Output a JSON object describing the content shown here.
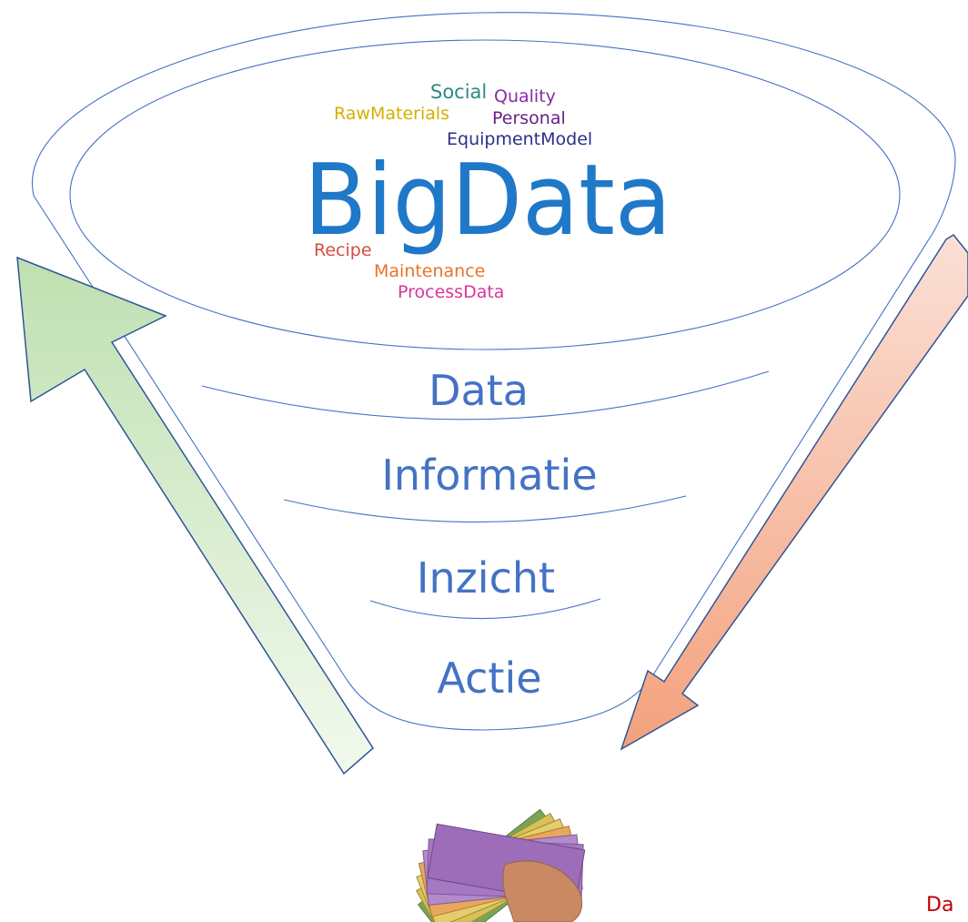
{
  "colors": {
    "funnel_stroke": "#4472c4",
    "level_text": "#4472c4",
    "bigdata_text": "#1f78c8",
    "arrow_up_fill_top": "#bfe0b1",
    "arrow_up_fill_bottom": "#f2f9ee",
    "arrow_down_fill_top": "#fbe0d6",
    "arrow_down_fill_bottom": "#f4a17d",
    "arrow_stroke": "#2f5597",
    "cut_text": "#c00000"
  },
  "word_cloud": {
    "main": "BigData",
    "words": [
      {
        "text": "Social",
        "color": "#2a8a82"
      },
      {
        "text": "Quality",
        "color": "#8a2da0"
      },
      {
        "text": "RawMaterials",
        "color": "#d4b000"
      },
      {
        "text": "Personal",
        "color": "#6a1f86"
      },
      {
        "text": "EquipmentModel",
        "color": "#2d2f8a"
      },
      {
        "text": "Recipe",
        "color": "#d94b45"
      },
      {
        "text": "Maintenance",
        "color": "#e8742a"
      },
      {
        "text": "ProcessData",
        "color": "#d8379b"
      }
    ]
  },
  "funnel_levels": [
    "Data",
    "Informatie",
    "Inzicht",
    "Actie"
  ],
  "money_image": {
    "icon": "euro-banknotes-fan-icon"
  },
  "arrows": [
    {
      "direction": "up",
      "icon": "arrow-up-left-icon"
    },
    {
      "direction": "down",
      "icon": "arrow-down-left-icon"
    }
  ],
  "cut_text": "Da"
}
